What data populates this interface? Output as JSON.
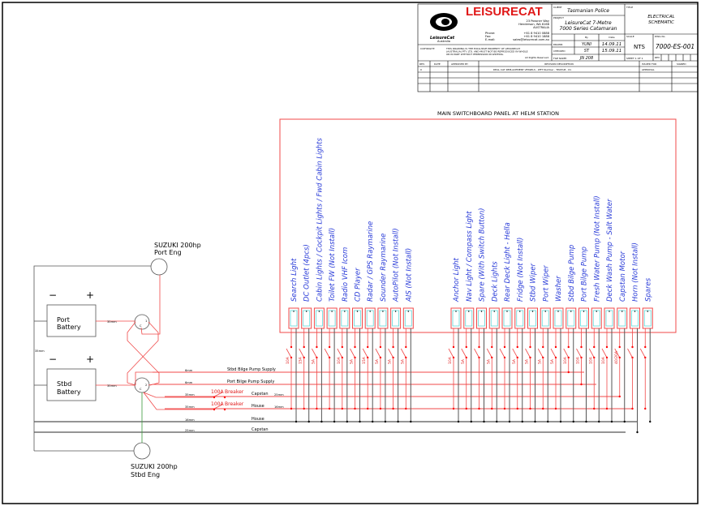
{
  "title_block": {
    "company": "LEISURECAT",
    "logo_text": "LeisureCat",
    "logo_sub": "Australia",
    "address": [
      "23 Possner Way",
      "Henderson, WA 6166",
      "AUSTRALIA"
    ],
    "phone_label": "Phone:",
    "phone": "+61 8 9410 0888",
    "fax_label": "Fax:",
    "fax": "+61 8 9410 1888",
    "email_label": "E-mail:",
    "email": "sales@leisurecat.com.au",
    "copyright_label": "COPYRIGHT:",
    "copyright": [
      "THIS DRAWING IS THE EXCLUSIVE PROPERTY OF LEISURECAT",
      "(AUSTRALIA) PTY. LTD. AND MUST NOT BE REPRODUCED IN WHOLE",
      "OR IN PART WITHOUT PERMISSION IN WRITING."
    ],
    "rights": "All Rights Reserved.",
    "client_label": "CLIENT",
    "client": "Tasmanian Police",
    "project_label": "PROJECT",
    "project": [
      "LeisureCat 7-Metre",
      "7000 Series Catamaran"
    ],
    "title_label": "TITLE",
    "title": [
      "ELECTRICAL",
      "SCHEMATIC"
    ],
    "by_label": "By",
    "date_label": "Date",
    "drawn_label": "DRAWN",
    "drawn_by": "YUNI",
    "drawn_date": "14.09.11",
    "checked_label": "CHECKED",
    "checked_by": "ST",
    "checked_date": "15.09.11",
    "file_label": "FILE NAME:",
    "file_name": "JN 208",
    "scale_label": "SCALE",
    "scale": "NTS",
    "dwg_label": "DWG No",
    "dwg_no": "7000-ES-001",
    "sheet": "SHEET 1 OF 1",
    "rev_label": "REV",
    "revision_headers": [
      "REV.",
      "DATE",
      "APPROVED BY",
      "REVISION DESCRIPTION",
      "ISSUED FOR",
      "SIGNED"
    ],
    "revisions": [
      {
        "rev": "0",
        "date": "",
        "approved": "",
        "description": "DEAL CAT REPLACEMENT VESSELS - WFT Number - TPAF/LB - 01",
        "issued_for": "APPROVAL",
        "signed": ""
      }
    ]
  },
  "panel": {
    "title": "MAIN SWITCHBOARD PANEL AT HELM STATION",
    "left_group": [
      {
        "label": "Search Light",
        "fuse": "10A"
      },
      {
        "label": "DC Outlet (4pcs)",
        "fuse": "15A"
      },
      {
        "label": "Cabin Lights / Cockpit Lights / Fwd Cabin Lights",
        "fuse": "5A"
      },
      {
        "label": "Toilet FW (Not Install)",
        "fuse": ""
      },
      {
        "label": "Radio VHF Icom",
        "fuse": "10A"
      },
      {
        "label": "CD Player",
        "fuse": "5A"
      },
      {
        "label": "Radar / GPS Raymarine",
        "fuse": "15A"
      },
      {
        "label": "Sounder Raymarine",
        "fuse": "5A"
      },
      {
        "label": "AutoPilot (Not Install)",
        "fuse": "5A"
      },
      {
        "label": "AIS (Not Install)",
        "fuse": "5A"
      }
    ],
    "right_group": [
      {
        "label": "Anchor Light",
        "fuse": "10A"
      },
      {
        "label": "Nav Light / Compass Light",
        "fuse": "5A"
      },
      {
        "label": "Spare (With Switch Button)",
        "fuse": ""
      },
      {
        "label": "Deck Lights",
        "fuse": "5A"
      },
      {
        "label": "Rear Deck Light - Hella",
        "fuse": ""
      },
      {
        "label": "Fridge (Not Install)",
        "fuse": "5A"
      },
      {
        "label": "Stbd Wiper",
        "fuse": "5A"
      },
      {
        "label": "Port Wiper",
        "fuse": "5A"
      },
      {
        "label": "Washer",
        "fuse": "5A"
      },
      {
        "label": "Stbd Bilge Pump",
        "fuse": "10A"
      },
      {
        "label": "Port Bilge Pump",
        "fuse": "10A"
      },
      {
        "label": "Fresh Water Pump (Not Install)",
        "fuse": "10A"
      },
      {
        "label": "Deck Wash Pump - Salt Water",
        "fuse": "10A"
      },
      {
        "label": "Capstan Motor",
        "fuse": "40/20A"
      },
      {
        "label": "Horn (Not Install)",
        "fuse": ""
      },
      {
        "label": "Spares",
        "fuse": ""
      }
    ]
  },
  "power": {
    "port_engine": [
      "SUZUKI 200hp",
      "Port Eng"
    ],
    "stbd_engine": [
      "SUZUKI 200hp",
      "Stbd Eng"
    ],
    "port_battery": [
      "Port",
      "Battery"
    ],
    "stbd_battery": [
      "Stbd",
      "Battery"
    ],
    "minus": "−",
    "plus": "+",
    "cable_35": "35mm",
    "cable_25": "25mm",
    "cable_16": "16mm",
    "cable_6": "6mm",
    "switch_c": "C",
    "switch_1": "1",
    "switch_2": "2",
    "breaker_rating": "100A",
    "breaker_label": "Breaker",
    "lines": {
      "stbd_bilge": "Stbd Bilge Pump Supply",
      "port_bilge": "Port Bilge Pump Supply",
      "capstan": "Capstan",
      "house": "House",
      "house_neg": "House",
      "capstan_neg": "Capstan"
    }
  },
  "colors": {
    "positive": "#f04848",
    "negative": "#555555",
    "label": "#2a3cd8",
    "ground": "#3a9a3a",
    "brand": "#e01818"
  }
}
